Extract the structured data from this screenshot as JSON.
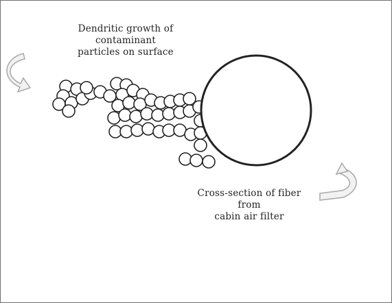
{
  "labels": {
    "growth": [
      "Dendritic growth of",
      "contaminant",
      "particles on surface"
    ],
    "fiber": [
      "Cross-section of fiber",
      "from",
      "cabin air filter"
    ]
  },
  "colors": {
    "stroke": "#222222",
    "arrow_fill": "#f2f2f2",
    "arrow_stroke": "#a8a8a8",
    "frame": "#6e6e6e"
  },
  "icons": {
    "left_arrow": "curved-rotation-arrow-icon",
    "right_arrow": "curved-rotation-arrow-icon"
  }
}
